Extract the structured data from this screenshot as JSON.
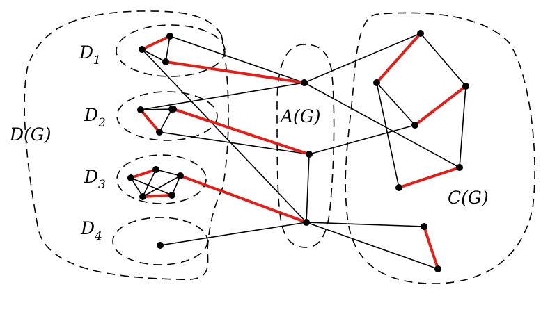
{
  "labels": {
    "D1": {
      "main": "D",
      "sub": "1"
    },
    "D2": {
      "main": "D",
      "sub": "2"
    },
    "D3": {
      "main": "D",
      "sub": "3"
    },
    "D4": {
      "main": "D",
      "sub": "4"
    },
    "DG": "D(G)",
    "AG": "A(G)",
    "CG": "C(G)"
  },
  "colors": {
    "edge": "#000000",
    "matching_edge": "#e0201b",
    "node": "#000000"
  },
  "graph": {
    "nodes": [
      "d1a",
      "d1b",
      "d1c",
      "d2a",
      "d2b",
      "d2c",
      "d2d",
      "d3a",
      "d3b",
      "d3c",
      "d3d",
      "d3e",
      "d4a",
      "a1",
      "a2",
      "a3",
      "c1",
      "c2",
      "c3",
      "c4",
      "c5",
      "c6",
      "c7",
      "c8"
    ],
    "edges": [
      {
        "from": "d1a",
        "to": "d1b",
        "matched": true
      },
      {
        "from": "d1a",
        "to": "d1c",
        "matched": false
      },
      {
        "from": "d1b",
        "to": "d1c",
        "matched": false
      },
      {
        "from": "d1c",
        "to": "a1",
        "matched": true
      },
      {
        "from": "d1b",
        "to": "a1",
        "matched": false
      },
      {
        "from": "d1a",
        "to": "a3",
        "matched": false
      },
      {
        "from": "d2a",
        "to": "d2b",
        "matched": false
      },
      {
        "from": "d2a",
        "to": "d2c",
        "matched": true
      },
      {
        "from": "d2b",
        "to": "d2c",
        "matched": false
      },
      {
        "from": "d2a",
        "to": "a1",
        "matched": false
      },
      {
        "from": "d2d",
        "to": "a2",
        "matched": true
      },
      {
        "from": "d2c",
        "to": "a2",
        "matched": false
      },
      {
        "from": "d3a",
        "to": "d3b",
        "matched": true
      },
      {
        "from": "d3a",
        "to": "d3d",
        "matched": false
      },
      {
        "from": "d3a",
        "to": "d3e",
        "matched": false
      },
      {
        "from": "d3b",
        "to": "d3c",
        "matched": false
      },
      {
        "from": "d3b",
        "to": "d3e",
        "matched": false
      },
      {
        "from": "d3c",
        "to": "d3e",
        "matched": false
      },
      {
        "from": "d3c",
        "to": "d3d",
        "matched": false
      },
      {
        "from": "d3d",
        "to": "d3e",
        "matched": true
      },
      {
        "from": "d3c",
        "to": "a3",
        "matched": true
      },
      {
        "from": "d4a",
        "to": "a3",
        "matched": false
      },
      {
        "from": "a1",
        "to": "c1",
        "matched": false
      },
      {
        "from": "a1",
        "to": "c6",
        "matched": false
      },
      {
        "from": "a2",
        "to": "c4",
        "matched": false
      },
      {
        "from": "a2",
        "to": "a3",
        "matched": false
      },
      {
        "from": "a3",
        "to": "c7",
        "matched": false
      },
      {
        "from": "a3",
        "to": "c8",
        "matched": false
      },
      {
        "from": "c1",
        "to": "c2",
        "matched": true
      },
      {
        "from": "c1",
        "to": "c3",
        "matched": false
      },
      {
        "from": "c2",
        "to": "c4",
        "matched": false
      },
      {
        "from": "c2",
        "to": "c5",
        "matched": false
      },
      {
        "from": "c3",
        "to": "c4",
        "matched": true
      },
      {
        "from": "c3",
        "to": "c6",
        "matched": false
      },
      {
        "from": "c5",
        "to": "c6",
        "matched": true
      },
      {
        "from": "c7",
        "to": "c8",
        "matched": true
      }
    ]
  }
}
